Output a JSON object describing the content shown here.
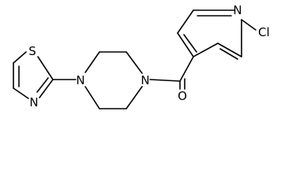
{
  "molecule": {
    "atoms": {
      "pyridine_n": "N",
      "chlorine": "Cl",
      "carbonyl_o": "O",
      "piperazine_n_left": "N",
      "piperazine_n_right": "N",
      "thiazole_s": "S",
      "thiazole_n": "N"
    },
    "colors": {
      "bond": "#000000",
      "label": "#000000",
      "background": "#ffffff"
    }
  }
}
